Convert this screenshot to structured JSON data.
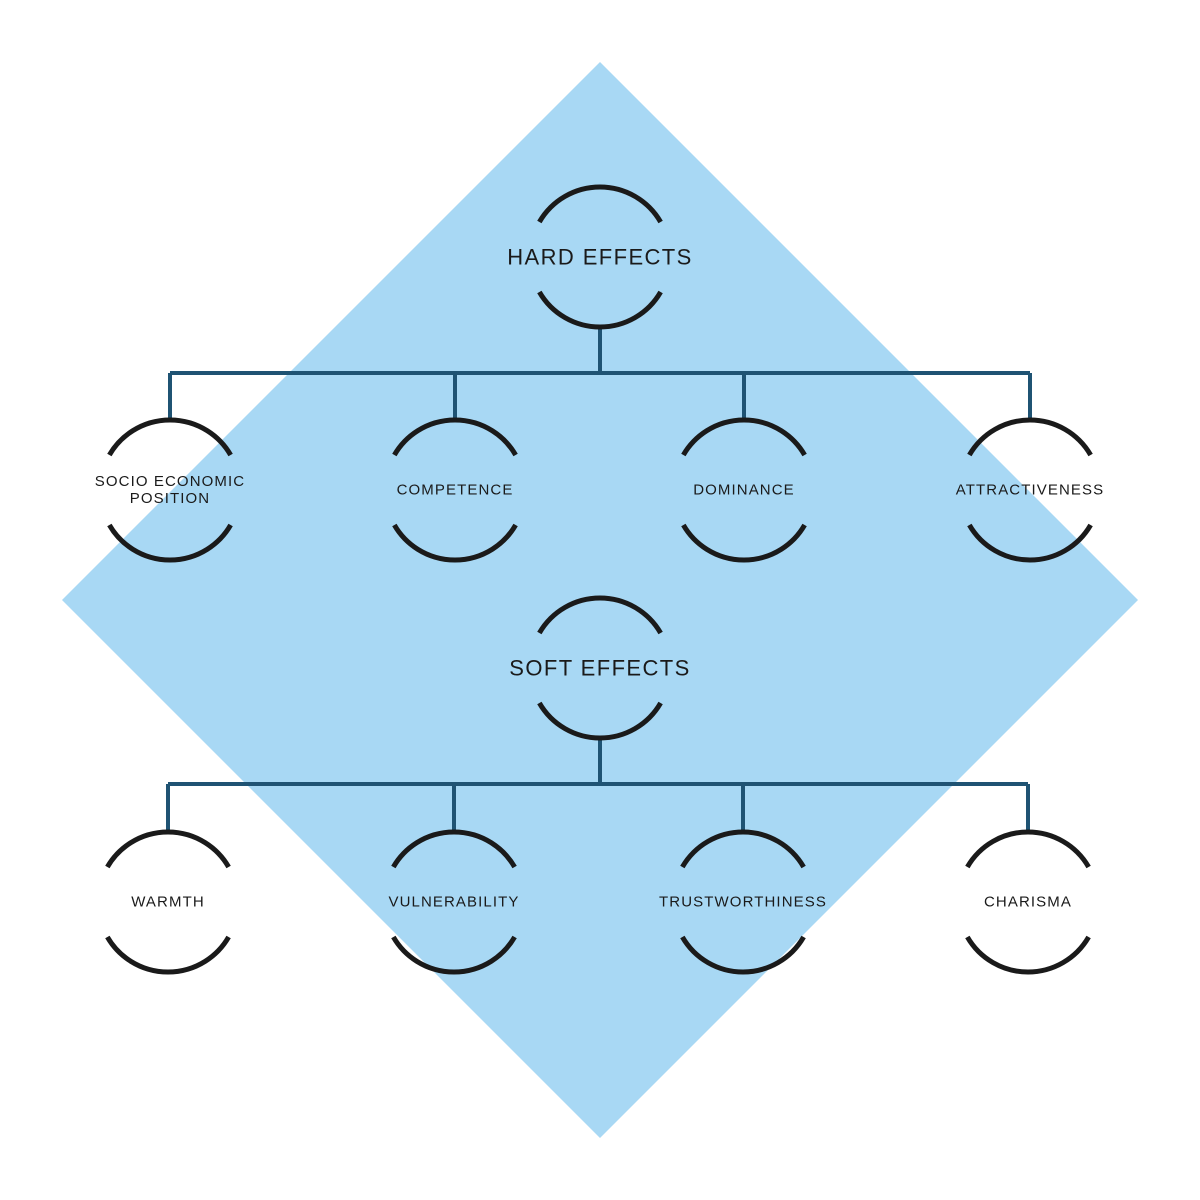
{
  "colors": {
    "background": "#ffffff",
    "diamond": "#a8d8f4",
    "connector": "#1f5373",
    "ring": "#1a1a1a",
    "text": "#1a1a1a"
  },
  "groups": [
    {
      "id": "hard",
      "label": "HARD EFFECTS",
      "children": [
        {
          "label_lines": [
            "SOCIO ECONOMIC",
            "POSITION"
          ]
        },
        {
          "label_lines": [
            "COMPETENCE"
          ]
        },
        {
          "label_lines": [
            "DOMINANCE"
          ]
        },
        {
          "label_lines": [
            "ATTRACTIVENESS"
          ]
        }
      ]
    },
    {
      "id": "soft",
      "label": "SOFT EFFECTS",
      "children": [
        {
          "label_lines": [
            "WARMTH"
          ]
        },
        {
          "label_lines": [
            "VULNERABILITY"
          ]
        },
        {
          "label_lines": [
            "TRUSTWORTHINESS"
          ]
        },
        {
          "label_lines": [
            "CHARISMA"
          ]
        }
      ]
    }
  ]
}
